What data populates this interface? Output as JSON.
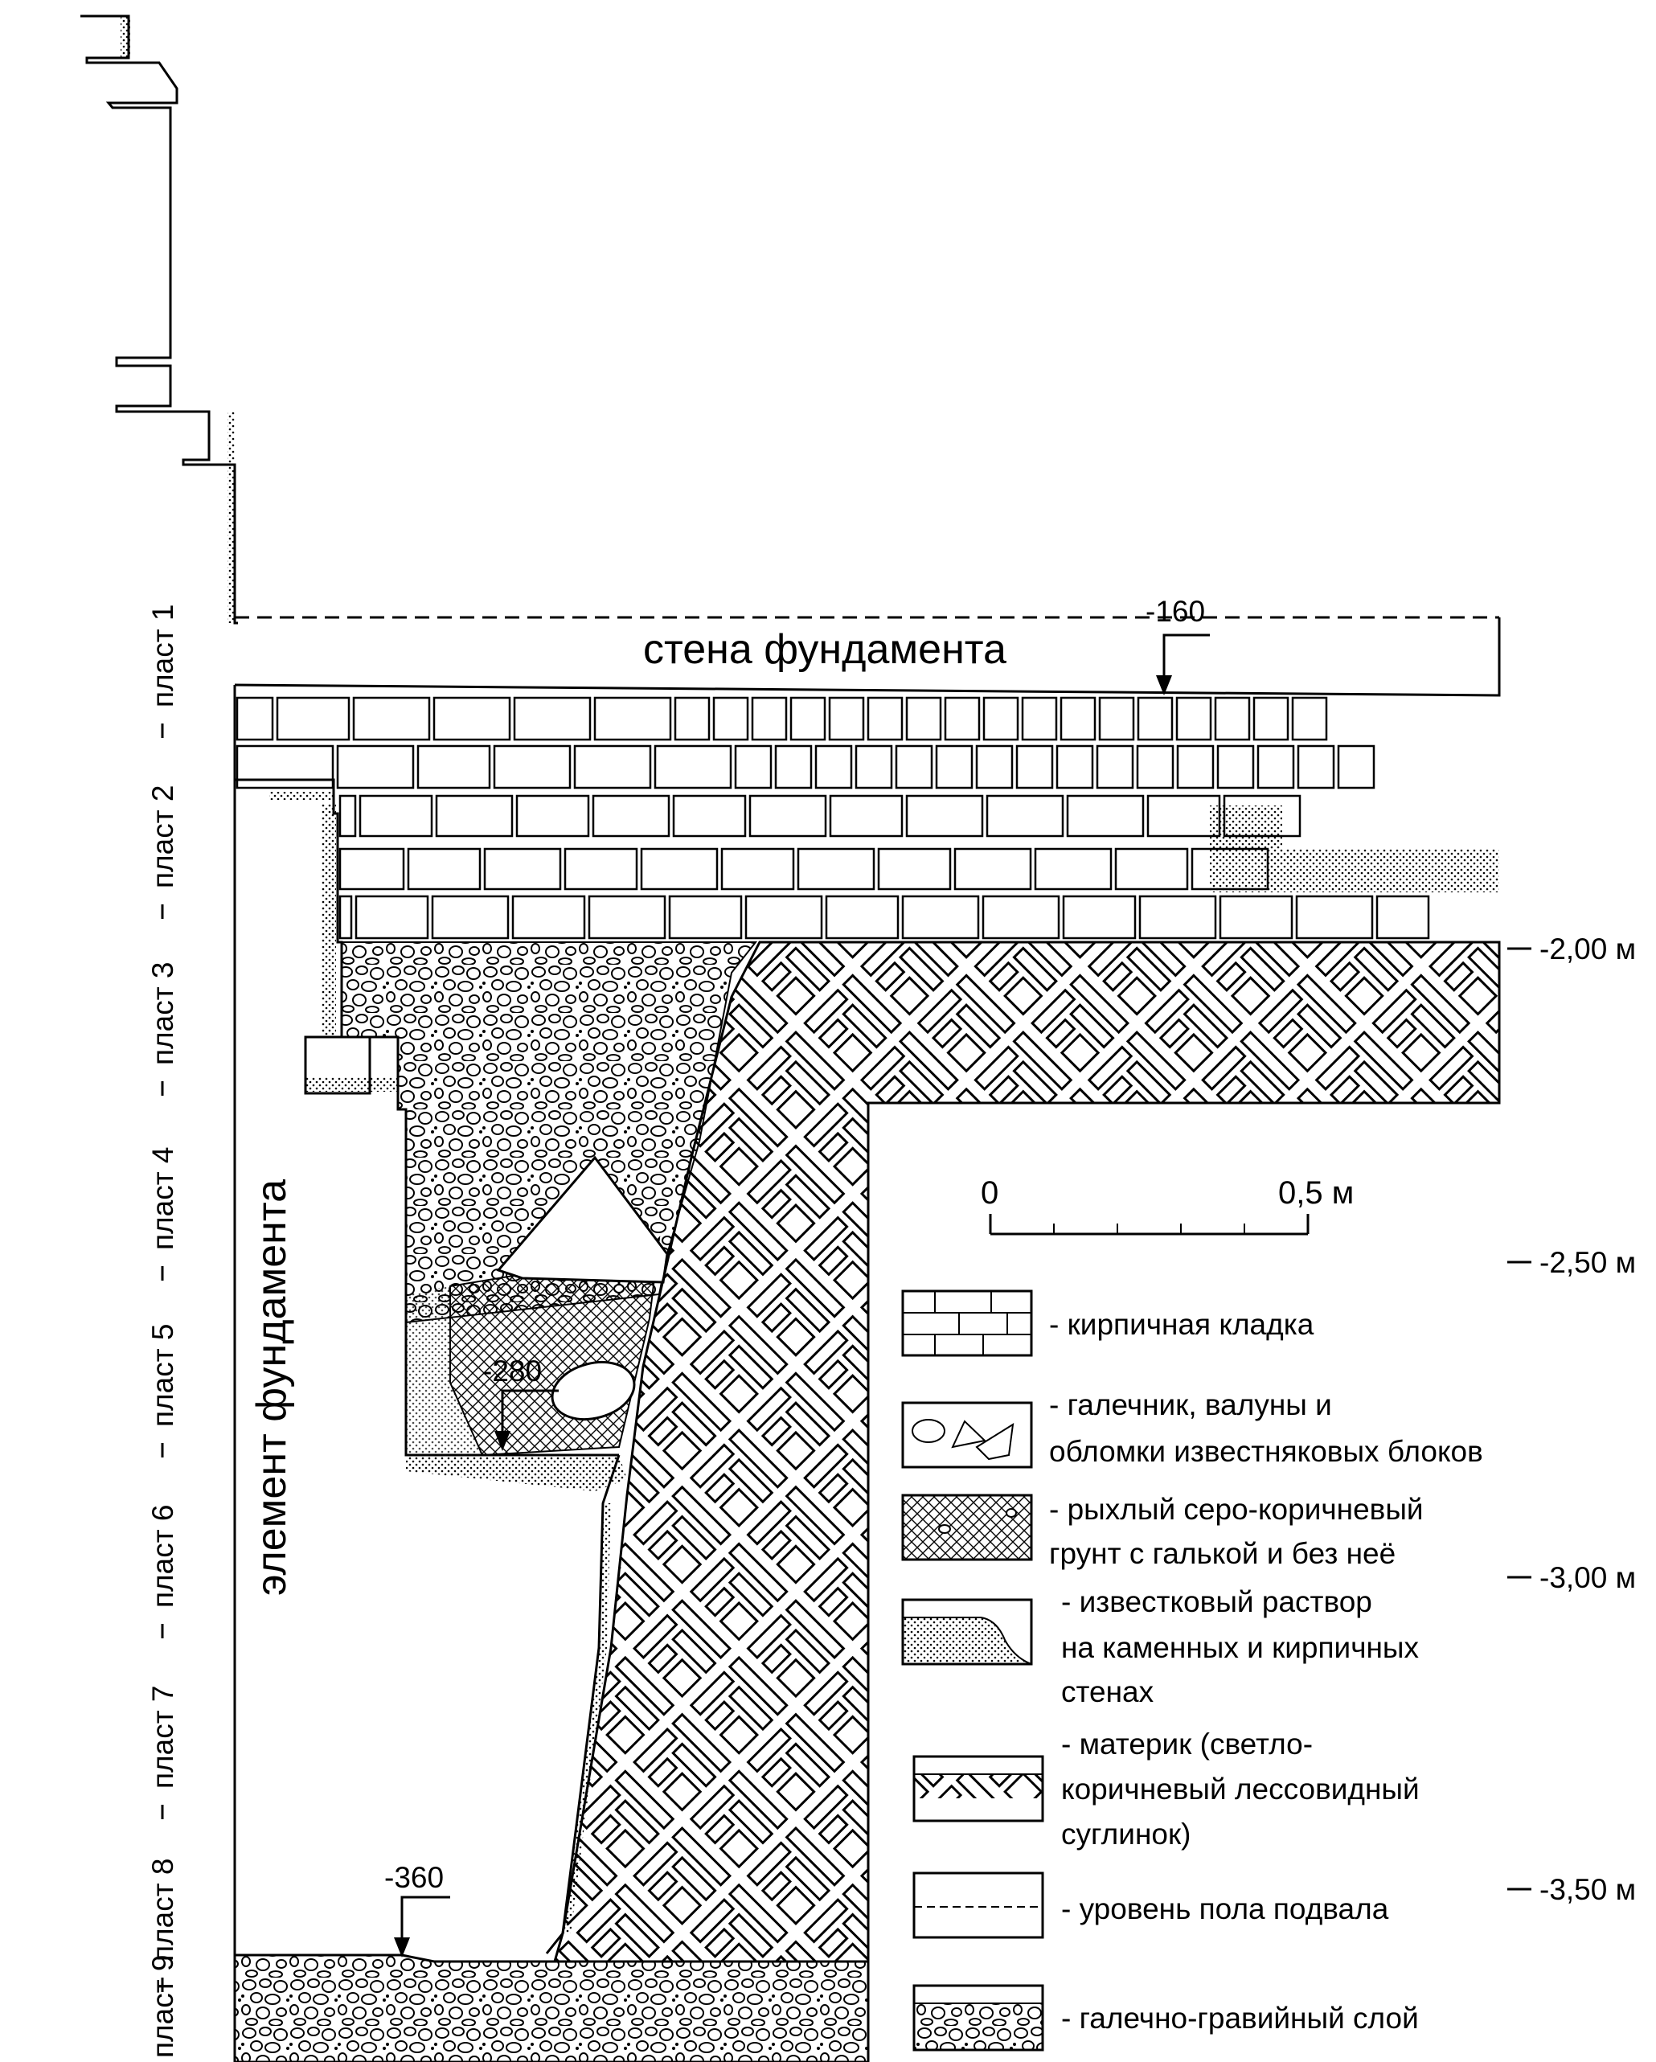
{
  "labels": {
    "wall": "стена фундамента",
    "element": "элемент фундамента",
    "mark_160": "-160",
    "mark_280": "-280",
    "mark_360": "-360"
  },
  "depth_marks": [
    "-2,00 м",
    "-2,50 м",
    "-3,00 м",
    "-3,50 м"
  ],
  "layers": [
    "пласт 1",
    "пласт 2",
    "пласт 3",
    "пласт 4",
    "пласт 5",
    "пласт 6",
    "пласт 7",
    "пласт 8",
    "пласт 9"
  ],
  "scale": {
    "zero": "0",
    "end": "0,5 м"
  },
  "legend": [
    {
      "id": "brick",
      "lines": [
        "- кирпичная кладка"
      ]
    },
    {
      "id": "pebble",
      "lines": [
        "- галечник, валуны  и",
        "обломки известняковых блоков"
      ]
    },
    {
      "id": "soil",
      "lines": [
        "- рыхлый серо-коричневый",
        "грунт с галькой и без неё"
      ]
    },
    {
      "id": "mortar",
      "lines": [
        "- известковый раствор",
        "на каменных и кирпичных",
        "стенах"
      ]
    },
    {
      "id": "natural",
      "lines": [
        "- материк (светло-",
        "коричневый лессовидный",
        "суглинок)"
      ]
    },
    {
      "id": "floor",
      "lines": [
        "- уровень пола подвала"
      ]
    },
    {
      "id": "gravel",
      "lines": [
        "- галечно-гравийный слой"
      ]
    }
  ]
}
